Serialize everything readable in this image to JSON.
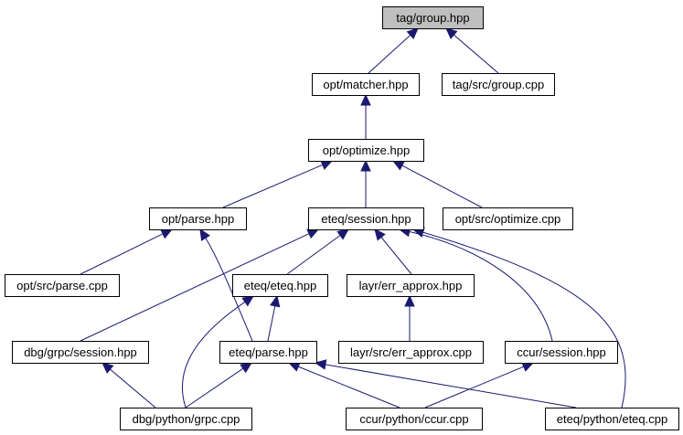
{
  "diagram": {
    "colors": {
      "edge": "#191970",
      "root_fill": "#bfbfbf",
      "node_fill": "#ffffff",
      "node_border": "#000000"
    },
    "nodes": [
      {
        "id": "tag-group-hpp",
        "label": "tag/group.hpp",
        "root": true
      },
      {
        "id": "opt-matcher-hpp",
        "label": "opt/matcher.hpp"
      },
      {
        "id": "tag-src-group-cpp",
        "label": "tag/src/group.cpp"
      },
      {
        "id": "opt-optimize-hpp",
        "label": "opt/optimize.hpp"
      },
      {
        "id": "opt-parse-hpp",
        "label": "opt/parse.hpp"
      },
      {
        "id": "eteq-session-hpp",
        "label": "eteq/session.hpp"
      },
      {
        "id": "opt-src-optimize-cpp",
        "label": "opt/src/optimize.cpp"
      },
      {
        "id": "opt-src-parse-cpp",
        "label": "opt/src/parse.cpp"
      },
      {
        "id": "eteq-eteq-hpp",
        "label": "eteq/eteq.hpp"
      },
      {
        "id": "layr-err-approx-hpp",
        "label": "layr/err_approx.hpp"
      },
      {
        "id": "dbg-grpc-session-hpp",
        "label": "dbg/grpc/session.hpp"
      },
      {
        "id": "eteq-parse-hpp",
        "label": "eteq/parse.hpp"
      },
      {
        "id": "layr-src-err-approx-cpp",
        "label": "layr/src/err_approx.cpp"
      },
      {
        "id": "ccur-session-hpp",
        "label": "ccur/session.hpp"
      },
      {
        "id": "dbg-python-grpc-cpp",
        "label": "dbg/python/grpc.cpp"
      },
      {
        "id": "ccur-python-ccur-cpp",
        "label": "ccur/python/ccur.cpp"
      },
      {
        "id": "eteq-python-eteq-cpp",
        "label": "eteq/python/eteq.cpp"
      }
    ],
    "edges": [
      {
        "from": "opt-matcher-hpp",
        "to": "tag-group-hpp"
      },
      {
        "from": "tag-src-group-cpp",
        "to": "tag-group-hpp"
      },
      {
        "from": "opt-optimize-hpp",
        "to": "opt-matcher-hpp"
      },
      {
        "from": "opt-parse-hpp",
        "to": "opt-optimize-hpp"
      },
      {
        "from": "eteq-session-hpp",
        "to": "opt-optimize-hpp"
      },
      {
        "from": "opt-src-optimize-cpp",
        "to": "opt-optimize-hpp"
      },
      {
        "from": "opt-src-parse-cpp",
        "to": "opt-parse-hpp"
      },
      {
        "from": "eteq-parse-hpp",
        "to": "opt-parse-hpp"
      },
      {
        "from": "dbg-grpc-session-hpp",
        "to": "eteq-session-hpp"
      },
      {
        "from": "eteq-eteq-hpp",
        "to": "eteq-session-hpp"
      },
      {
        "from": "layr-err-approx-hpp",
        "to": "eteq-session-hpp"
      },
      {
        "from": "ccur-session-hpp",
        "to": "eteq-session-hpp"
      },
      {
        "from": "eteq-python-eteq-cpp",
        "to": "eteq-session-hpp"
      },
      {
        "from": "eteq-parse-hpp",
        "to": "eteq-eteq-hpp"
      },
      {
        "from": "dbg-python-grpc-cpp",
        "to": "eteq-eteq-hpp"
      },
      {
        "from": "layr-src-err-approx-cpp",
        "to": "layr-err-approx-hpp"
      },
      {
        "from": "dbg-python-grpc-cpp",
        "to": "dbg-grpc-session-hpp"
      },
      {
        "from": "dbg-python-grpc-cpp",
        "to": "eteq-parse-hpp"
      },
      {
        "from": "ccur-python-ccur-cpp",
        "to": "eteq-parse-hpp"
      },
      {
        "from": "eteq-python-eteq-cpp",
        "to": "eteq-parse-hpp"
      },
      {
        "from": "ccur-python-ccur-cpp",
        "to": "ccur-session-hpp"
      }
    ]
  }
}
